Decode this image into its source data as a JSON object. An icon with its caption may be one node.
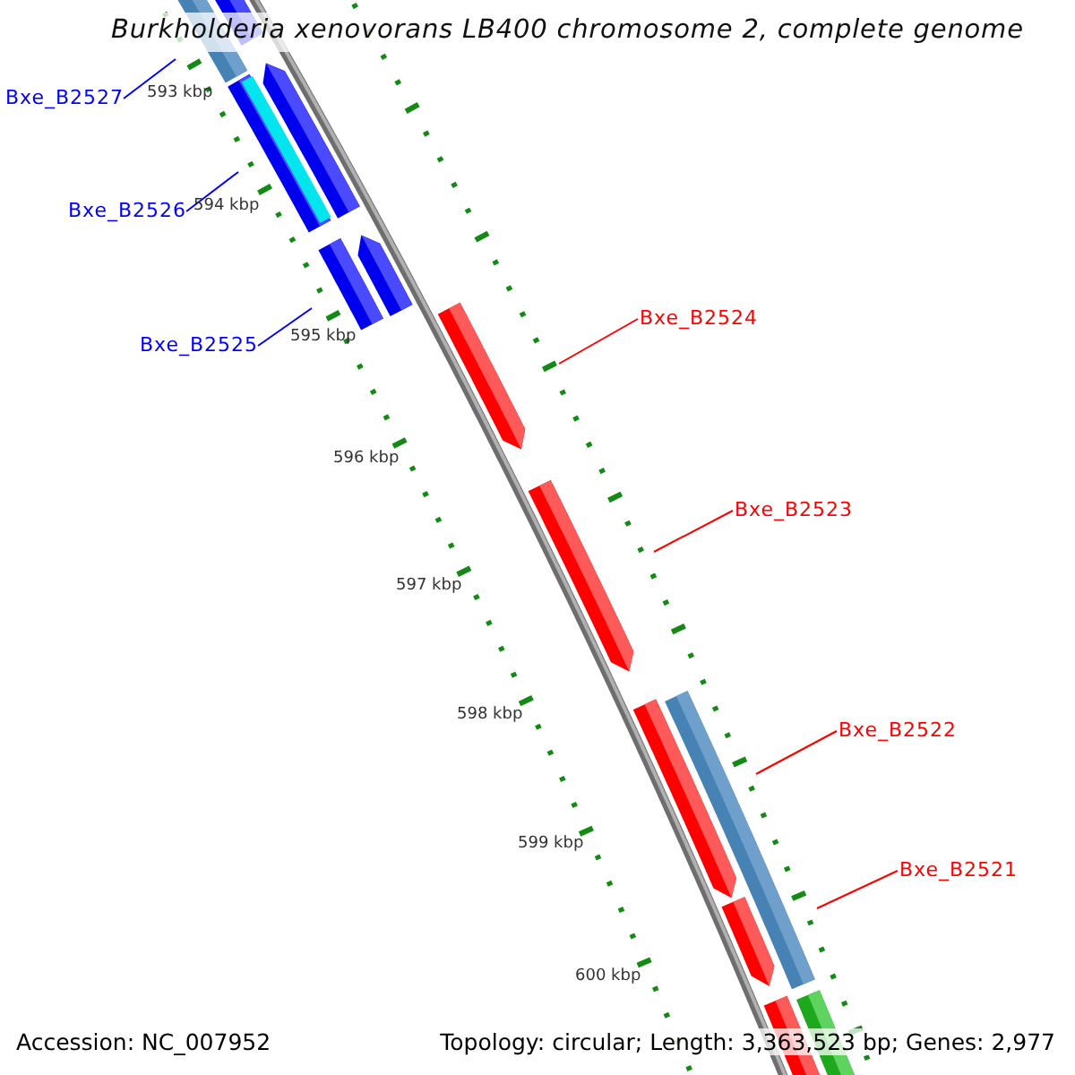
{
  "diagram": {
    "title": "Burkholderia xenovorans LB400 chromosome 2, complete genome",
    "nodes": [
      {
        "text": [
          "Bxe_B2527"
        ]
      },
      {
        "text": [
          "Bxe_B2526"
        ]
      },
      {
        "text": [
          "Bxe_B2525"
        ]
      },
      {
        "text": [
          "Bxe_B2524"
        ]
      },
      {
        "text": [
          "Bxe_B2523"
        ]
      },
      {
        "text": [
          "Bxe_B2522"
        ]
      },
      {
        "text": [
          "Bxe_B2521"
        ]
      }
    ],
    "edges": [
      {
        "from": 0,
        "to": null,
        "arrow": "none",
        "color": "#0000ff"
      },
      {
        "from": 1,
        "to": null,
        "arrow": "none",
        "color": "#0000ff"
      },
      {
        "from": 2,
        "to": null,
        "arrow": "none",
        "color": "#0000ff"
      },
      {
        "from": 3,
        "to": null,
        "arrow": "none"
      },
      {
        "from": 4,
        "to": null,
        "arrow": "none"
      },
      {
        "from": 5,
        "to": null,
        "arrow": "none"
      },
      {
        "from": 6,
        "to": null,
        "arrow": "none"
      }
    ],
    "labels": [
      "593 kbp",
      "594 kbp",
      "595 kbp",
      "596 kbp",
      "597 kbp",
      "598 kbp",
      "599 kbp",
      "600 kbp",
      "Accession: NC_007952",
      "Topology: circular; Length: 3,363,523 bp; Genes: 2,977"
    ]
  }
}
